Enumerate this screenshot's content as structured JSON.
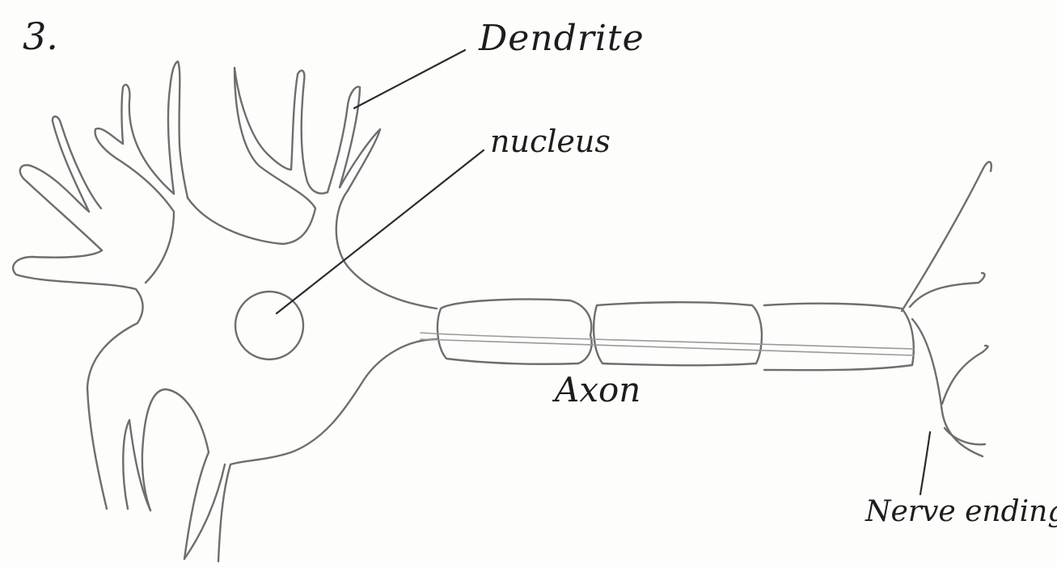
{
  "question_number": "3.",
  "labels": {
    "dendrite": "Dendrite",
    "nucleus": "nucleus",
    "axon": "Axon",
    "nerve_ending": "Nerve ending"
  },
  "colors": {
    "pencil": "#6e6e6e",
    "ink": "#2b2b2b",
    "paper": "#fdfdfc"
  }
}
